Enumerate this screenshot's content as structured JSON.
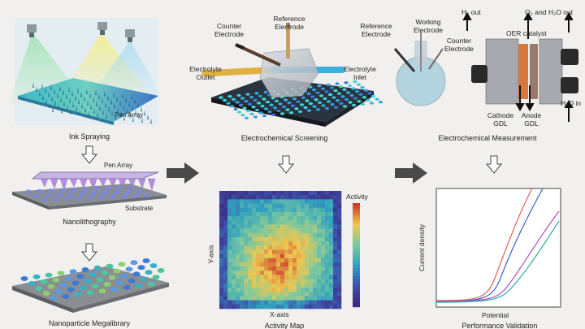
{
  "panels": {
    "ink_spraying": {
      "caption": "Ink Spraying",
      "pen_array_label": "Pen Array"
    },
    "nanolithography": {
      "caption": "Nanolithography",
      "pen_array_label": "Pen Array",
      "substrate_label": "Substrate"
    },
    "megalibrary": {
      "caption": "Nanoparticle Megalibrary"
    },
    "electrochemical_screening": {
      "caption": "Electrochemical Screening",
      "counter_electrode": "Counter\nElectrode",
      "reference_electrode": "Reference\nElectrode",
      "electrolyte_outlet": "Electrolyte\nOutlet",
      "electrolyte_inlet": "Electrolyte\nInlet"
    },
    "activity_map": {
      "caption": "Activity Map",
      "xlabel": "X-axis",
      "ylabel": "Y-axis",
      "colorbar_label": "Activity"
    },
    "electrochemical_measurement": {
      "caption": "Electrochemical Measurement",
      "reference_electrode": "Reference\nElectrode",
      "working_electrode": "Working\nElectrode",
      "counter_electrode": "Counter\nElectrode",
      "h2_out": "H₂ out",
      "o2_h2o_out": "O₂ and H₂O out",
      "oer_catalyst": "OER catalyst",
      "cathode_gdl": "Cathode\nGDL",
      "anode_gdl": "Anode\nGDL",
      "h2o_in": "H₂O in"
    },
    "performance_validation": {
      "caption": "Performance Validation",
      "xlabel": "Potential",
      "ylabel": "Current density"
    }
  },
  "colors": {
    "arrow_big": "#4a4a4a",
    "curve_red": "#e0605a",
    "curve_blue": "#3a64c8",
    "curve_purple": "#b04ec0",
    "curve_teal": "#2aa8a0"
  }
}
